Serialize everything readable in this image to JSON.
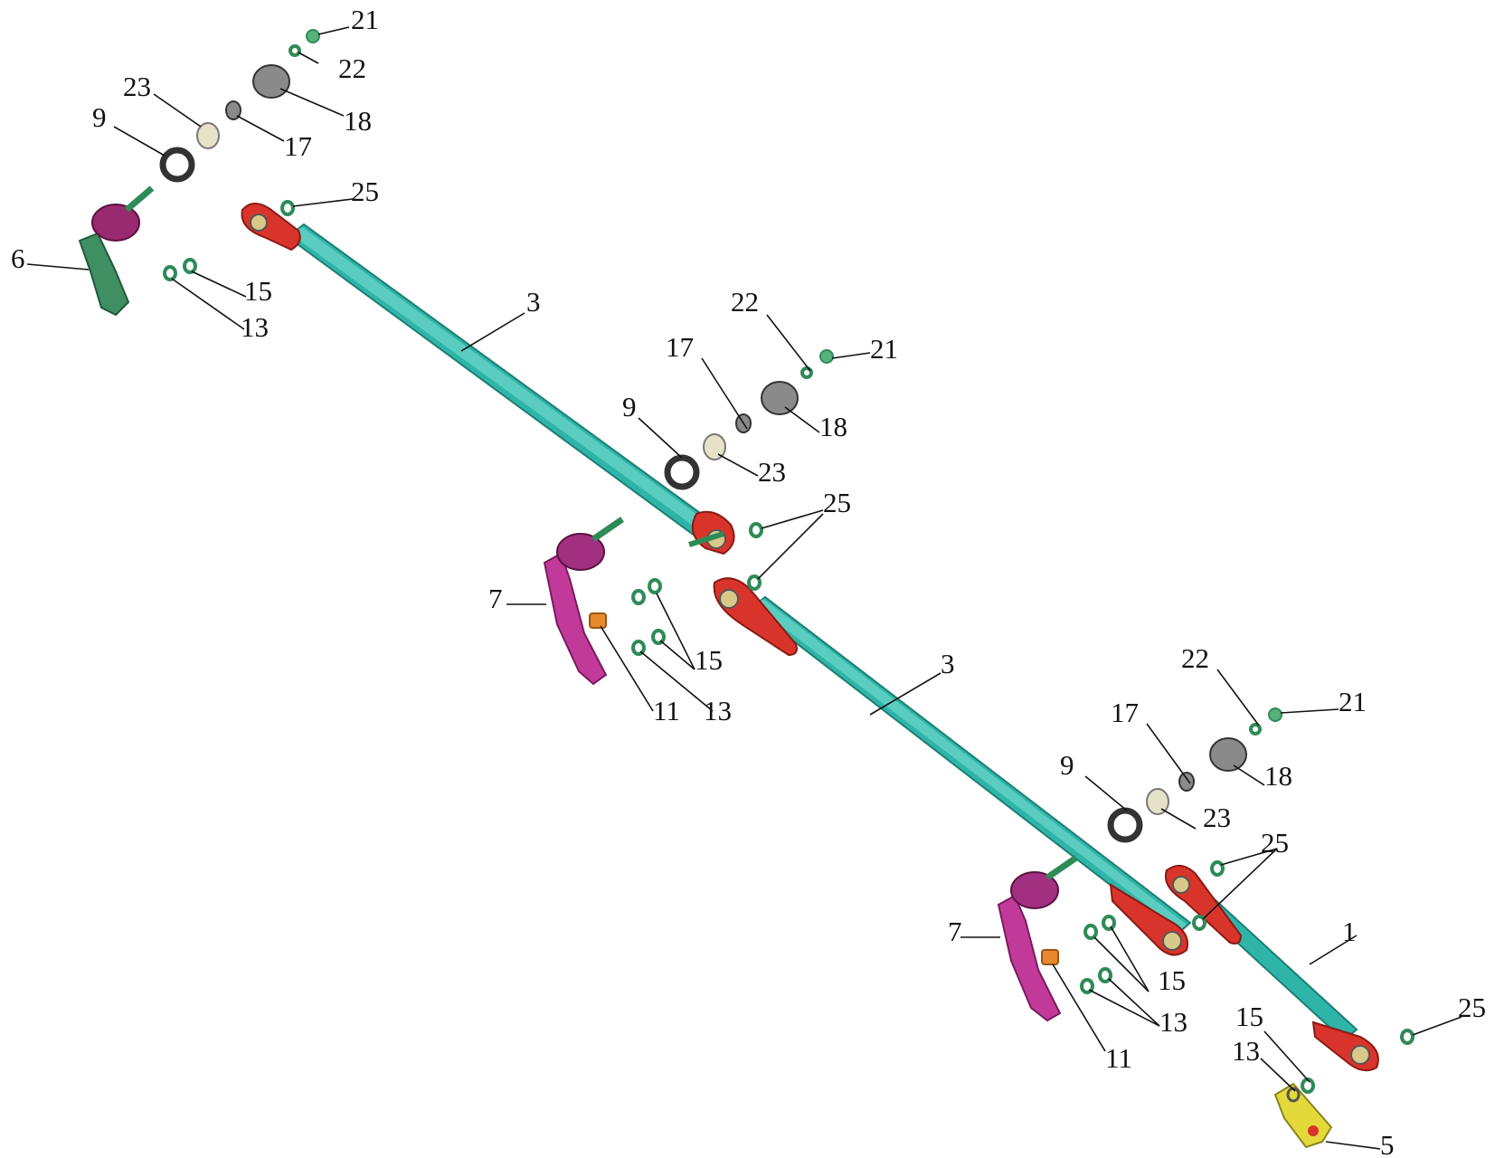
{
  "callouts": {
    "c_21a": "21",
    "c_22a": "22",
    "c_23a": "23",
    "c_18a": "18",
    "c_9a": "9",
    "c_17a": "17",
    "c_25a": "25",
    "c_6": "6",
    "c_15a": "15",
    "c_13a": "13",
    "c_3a": "3",
    "c_22b": "22",
    "c_21b": "21",
    "c_17b": "17",
    "c_9b": "9",
    "c_18b": "18",
    "c_23b": "23",
    "c_25b": "25",
    "c_7a": "7",
    "c_15b": "15",
    "c_11a": "11",
    "c_13b": "13",
    "c_3b": "3",
    "c_22c": "22",
    "c_21c": "21",
    "c_17c": "17",
    "c_9c": "9",
    "c_18c": "18",
    "c_23c": "23",
    "c_25c": "25",
    "c_1": "1",
    "c_7b": "7",
    "c_15c": "15",
    "c_13c": "13",
    "c_11b": "11",
    "c_15d": "15",
    "c_13d": "13",
    "c_25d": "25",
    "c_5": "5"
  },
  "colors": {
    "rod": "#2fb5a8",
    "bracket_red": "#d9342b",
    "lever_magenta": "#c13a9a",
    "lever_green": "#3f8f63",
    "plate_yellow": "#e3d93a",
    "ring_green": "#2e8b57",
    "bushing_orange": "#e8892d",
    "cap_grey": "#777777"
  }
}
